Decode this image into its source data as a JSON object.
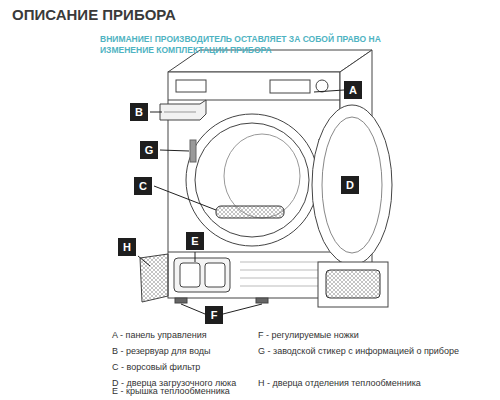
{
  "diagram": {
    "title": "ОПИСАНИЕ ПРИБОРА",
    "nodes": [
      {
        "text": [
          "A"
        ]
      },
      {
        "text": [
          "B"
        ]
      },
      {
        "text": [
          "G"
        ]
      },
      {
        "text": [
          "C"
        ]
      },
      {
        "text": [
          "D"
        ]
      },
      {
        "text": [
          "H"
        ]
      },
      {
        "text": [
          "E"
        ]
      },
      {
        "text": [
          "F"
        ]
      }
    ],
    "labels": [
      "ВНИМАНИЕ! ПРОИЗВОДИТЕЛЬ ОСТАВЛЯЕТ ЗА СОБОЙ ПРАВО НА ИЗМЕНЕНИЕ КОМПЛЕКТАЦИИ ПРИБОРА",
      "A - панель управления",
      "B - резервуар для воды",
      "C - ворсовый фильтр",
      "D - дверца загрузочного люка",
      "E - крышка теплообменника",
      "F - регулируемые ножки",
      "G - заводской стикер с информацией о приборе",
      "H - дверца отделения теплообменника"
    ]
  }
}
